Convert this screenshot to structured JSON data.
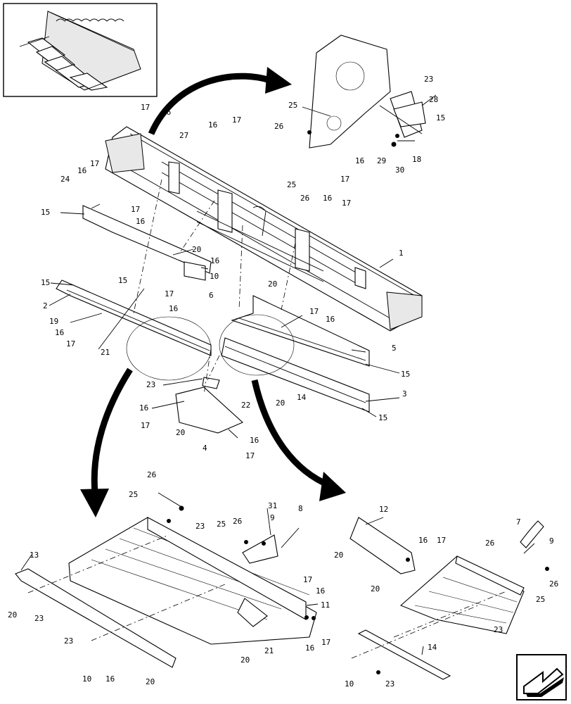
{
  "diagram": {
    "labels": {
      "l01": "17",
      "l02": "16",
      "l03": "27",
      "l04": "16",
      "l05": "17",
      "l06": "24",
      "l07": "16",
      "l08": "17",
      "l09": "15",
      "l10": "17",
      "l11": "16",
      "l12": "20",
      "l13": "16",
      "l14": "10",
      "l15": "6",
      "l16": "15",
      "l17": "15",
      "l18": "2",
      "l19": "17",
      "l20": "16",
      "l21": "19",
      "l22": "16",
      "l23": "17",
      "l24": "21",
      "l25": "25",
      "l26": "26",
      "l27": "16",
      "l28": "17",
      "l29": "1",
      "l30": "20",
      "l31": "17",
      "l32": "16",
      "l33": "5",
      "l34": "15",
      "l35": "3",
      "l36": "15",
      "l37": "20",
      "l38": "14",
      "l39": "23",
      "l40": "22",
      "l41": "16",
      "l42": "17",
      "l43": "20",
      "l44": "4",
      "l45": "16",
      "l46": "17",
      "t01": "23",
      "t02": "25",
      "t03": "28",
      "t04": "15",
      "t05": "26",
      "t06": "16",
      "t07": "29",
      "t08": "30",
      "t09": "18",
      "t10": "17",
      "b01": "26",
      "b02": "25",
      "b03": "23",
      "b04": "25",
      "b05": "26",
      "b06": "31",
      "b07": "9",
      "b08": "8",
      "b09": "13",
      "b10": "20",
      "b11": "23",
      "b12": "17",
      "b13": "16",
      "b14": "11",
      "b15": "23",
      "b16": "21",
      "b17": "20",
      "b18": "16",
      "b19": "17",
      "b20": "10",
      "b21": "16",
      "b22": "20",
      "r01": "12",
      "r02": "20",
      "r03": "16",
      "r04": "17",
      "r05": "7",
      "r06": "26",
      "r07": "9",
      "r08": "20",
      "r09": "26",
      "r10": "25",
      "r11": "23",
      "r12": "14",
      "r13": "10",
      "r14": "23"
    }
  }
}
